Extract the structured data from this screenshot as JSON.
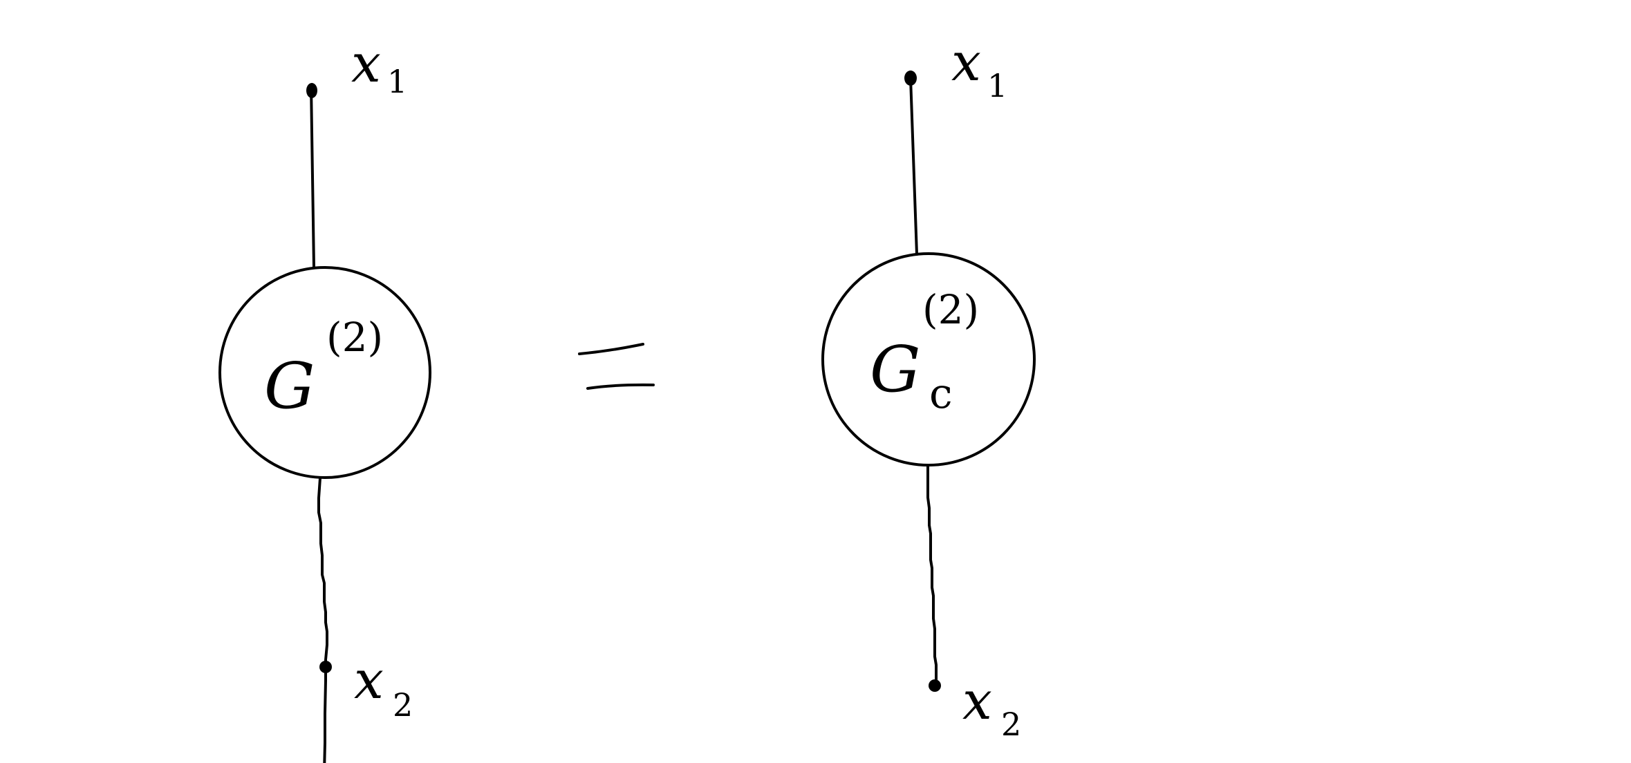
{
  "diagram": {
    "left": {
      "function_letter": "G",
      "function_order": "(2)",
      "top_vertex": {
        "letter": "x",
        "index": "1"
      },
      "bottom_vertex": {
        "letter": "x",
        "index": "2"
      }
    },
    "equals_sign": "=",
    "right": {
      "function_letter": "G",
      "function_order": "(2)",
      "function_subscript": "c",
      "top_vertex": {
        "letter": "x",
        "index": "1"
      },
      "bottom_vertex": {
        "letter": "x",
        "index": "2"
      }
    }
  }
}
